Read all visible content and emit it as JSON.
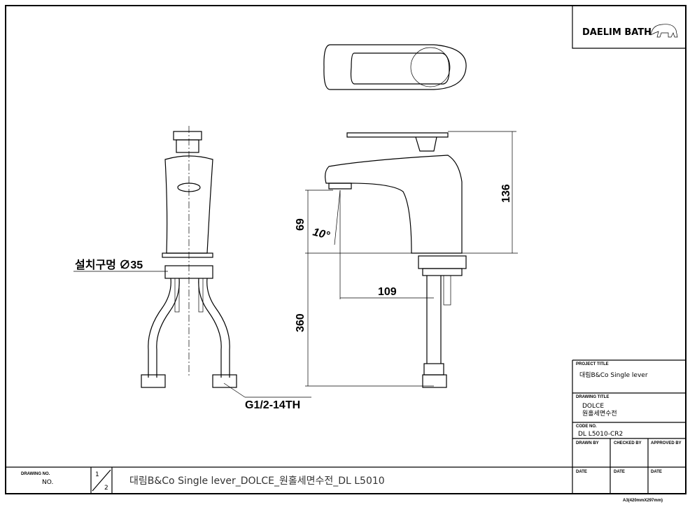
{
  "logo": {
    "brand": "DAELIM BATH"
  },
  "dimensions": {
    "height_total": "136",
    "spout_height": "69",
    "angle": "10°",
    "reach": "109",
    "hose_length": "360",
    "install_hole": "설치구멍 ∅35",
    "thread": "G1/2-14TH"
  },
  "title_block": {
    "project_title_label": "PROJECT TITLE",
    "project_title": "대림B&Co  Single lever",
    "drawing_title_label": "DRAWING TITLE",
    "drawing_title_line1": "DOLCE",
    "drawing_title_line2": "원홀세면수전",
    "code_no_label": "CODE NO.",
    "code_no": "DL L5010-CR2",
    "drawn_by_label": "DRAWN BY",
    "checked_by_label": "CHECKED BY",
    "approved_by_label": "APPROVED BY",
    "date_label_1": "DATE",
    "date_label_2": "DATE",
    "date_label_3": "DATE"
  },
  "bottom_strip": {
    "drawing_no_label": "DRAWING NO.",
    "no_label": "NO.",
    "sheet_num": "1",
    "sheet_total": "2",
    "title": "대림B&Co  Single lever_DOLCE_원홀세면수전_DL  L5010"
  },
  "paper_size": "A3(420mmX297mm)"
}
